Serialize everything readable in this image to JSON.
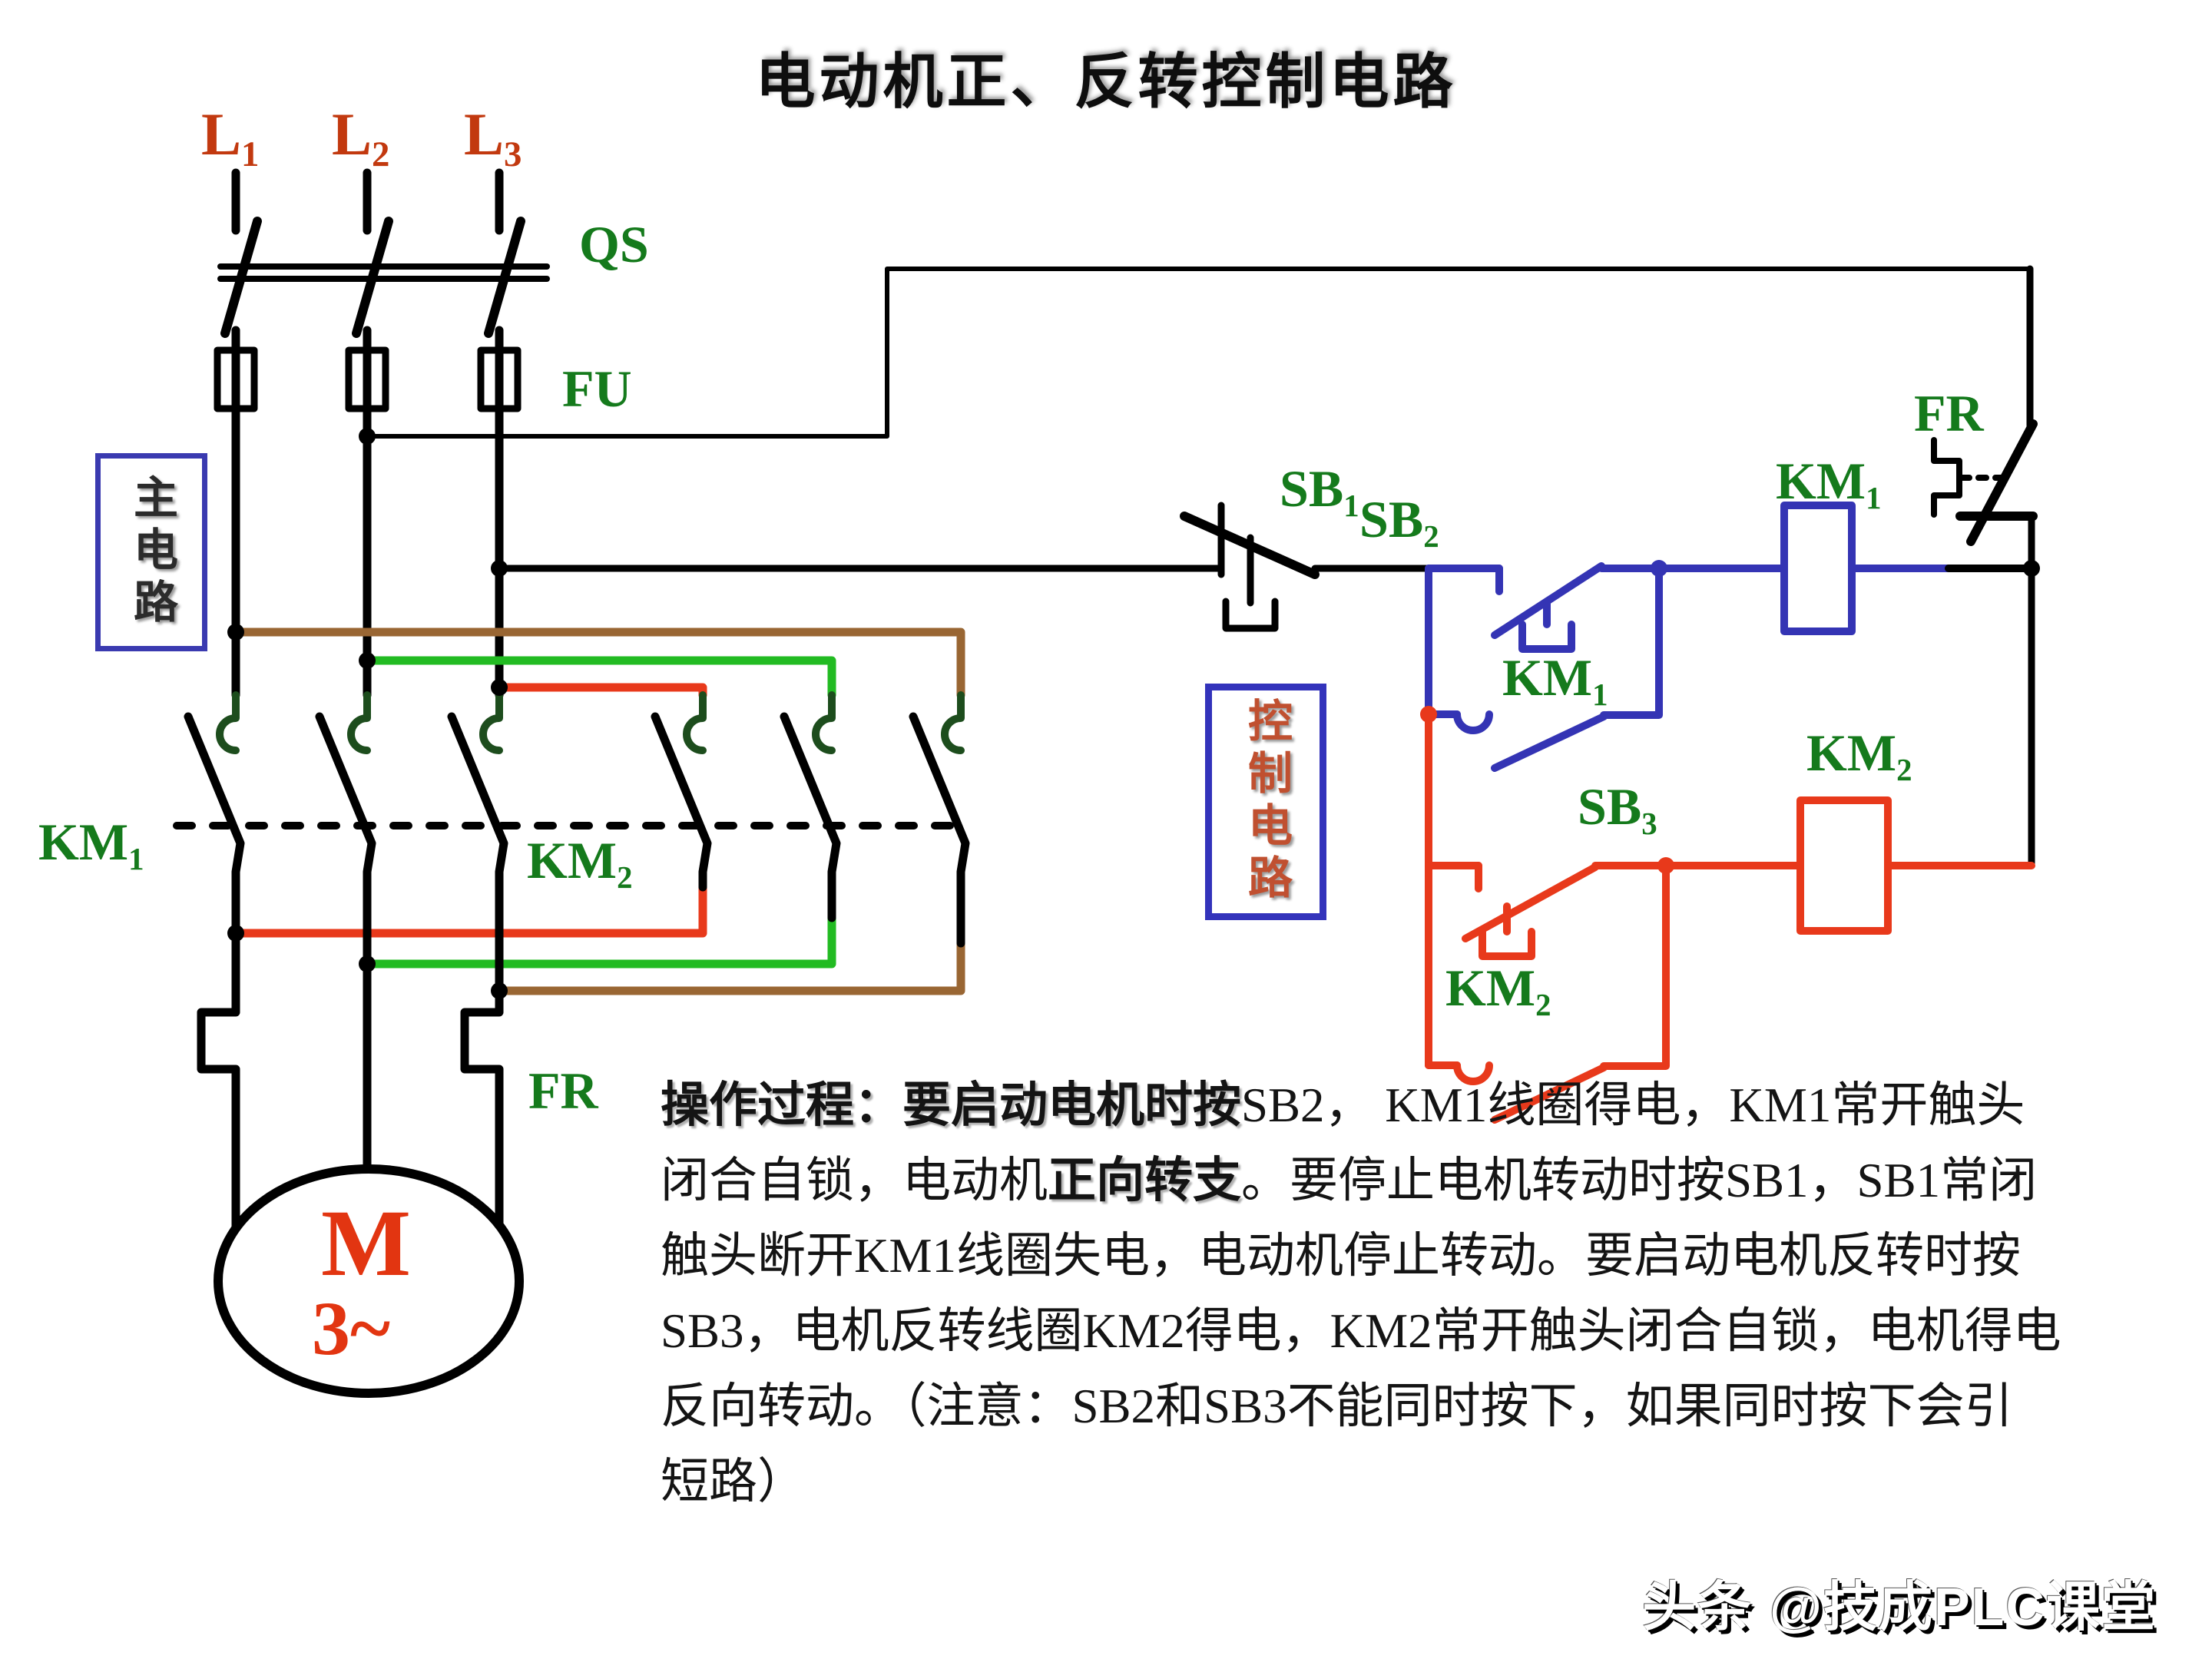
{
  "title": "电动机正、反转控制电路",
  "labels": {
    "l1": {
      "base": "L",
      "sub": "1"
    },
    "l2": {
      "base": "L",
      "sub": "2"
    },
    "l3": {
      "base": "L",
      "sub": "3"
    },
    "qs": "QS",
    "fu": "FU",
    "main_box": "主电路",
    "ctrl_box": "控制电路",
    "km1_main": {
      "base": "KM",
      "sub": "1"
    },
    "km2_main": {
      "base": "KM",
      "sub": "2"
    },
    "fr_main": "FR",
    "motor_m": "M",
    "motor_3": "3~",
    "sb1": {
      "base": "SB",
      "sub": "1"
    },
    "sb2": {
      "base": "SB",
      "sub": "2"
    },
    "sb3": {
      "base": "SB",
      "sub": "3"
    },
    "km1_aux": {
      "base": "KM",
      "sub": "1"
    },
    "km2_aux": {
      "base": "KM",
      "sub": "2"
    },
    "km1_coil": {
      "base": "KM",
      "sub": "1"
    },
    "km2_coil": {
      "base": "KM",
      "sub": "2"
    },
    "fr_ctrl": "FR"
  },
  "operation_text": {
    "line1_bold": "操作过程：要启动电机时按",
    "line1_rest": "SB2， KM1线圈得电，KM1常开触头",
    "line2_pre": "闭合自锁，电动机",
    "line2_em": "正向转支",
    "line2_rest": "。要停止电机转动时按SB1，SB1常闭",
    "line3": "触头断开KM1线圈失电，电动机停止转动。要启动电机反转时按",
    "line4": "SB3，电机反转线圈KM2得电，KM2常开触头闭合自锁，电机得电",
    "line5": "反向转动。（注意：SB2和SB3不能同时按下，如果同时按下会引",
    "line6": "短路）"
  },
  "watermark": "头条 @技成PLC课堂",
  "colors": {
    "label_red": "#c2390f",
    "label_green": "#157a1c",
    "wire_black": "#000000",
    "wire_blue": "#3434b4",
    "wire_red": "#e8391b",
    "wire_green": "#22bb22",
    "wire_brown": "#996633",
    "contact_dark_green": "#1d4d1d",
    "box_border_blue": "#3333bb"
  }
}
